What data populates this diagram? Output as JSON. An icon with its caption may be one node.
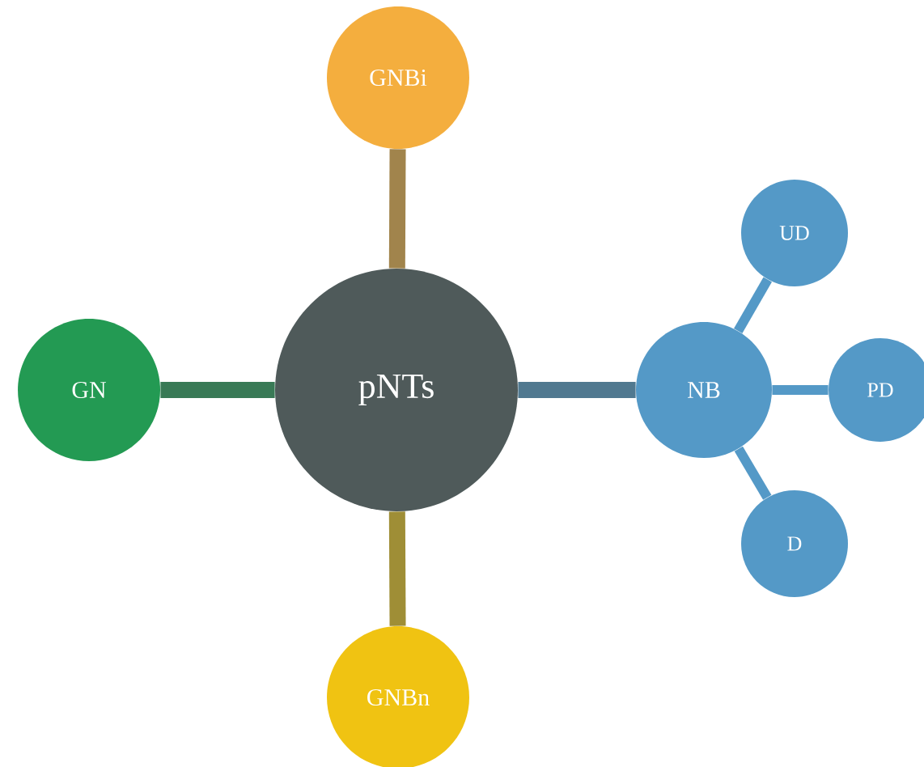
{
  "diagram": {
    "nodes": [
      {
        "text": [
          "pNTs"
        ]
      },
      {
        "text": [
          "GNBi"
        ]
      },
      {
        "text": [
          "GN"
        ]
      },
      {
        "text": [
          "GNBn"
        ]
      },
      {
        "text": [
          "NB"
        ]
      },
      {
        "text": [
          "UD"
        ]
      },
      {
        "text": [
          "PD"
        ]
      },
      {
        "text": [
          "D"
        ]
      }
    ],
    "edges": [
      {
        "from": 0,
        "to": 1,
        "arrow": "none",
        "color": "#a1844c"
      },
      {
        "from": 0,
        "to": 2,
        "arrow": "none",
        "color": "#397a56"
      },
      {
        "from": 0,
        "to": 3,
        "arrow": "none",
        "color": "#9f8e36"
      },
      {
        "from": 0,
        "to": 4,
        "arrow": "none"
      },
      {
        "from": 4,
        "to": 5,
        "arrow": "none"
      },
      {
        "from": 4,
        "to": 6,
        "arrow": "none"
      },
      {
        "from": 4,
        "to": 7,
        "arrow": "none"
      }
    ]
  }
}
